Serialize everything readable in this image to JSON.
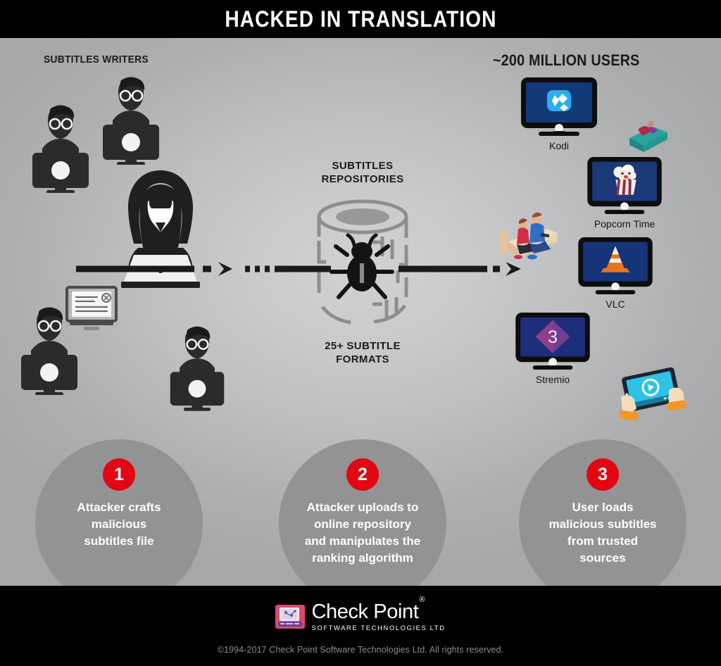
{
  "header": {
    "title": "HACKED IN TRANSLATION"
  },
  "stage": {
    "writers_label": "SUBTITLES WRITERS",
    "users_label": "~200 MILLION USERS",
    "repositories_label": "SUBTITLES\nREPOSITORIES",
    "formats_label": "25+ SUBTITLE\nFORMATS"
  },
  "devices": [
    {
      "name": "Kodi",
      "label": "Kodi",
      "screen_color": "#133a78"
    },
    {
      "name": "Popcorn Time",
      "label": "Popcorn Time",
      "screen_color": "#1b3a7a"
    },
    {
      "name": "VLC",
      "label": "VLC",
      "screen_color": "#15347a"
    },
    {
      "name": "Stremio",
      "label": "Stremio",
      "screen_color": "#1d2f7a"
    }
  ],
  "steps": [
    {
      "number": "1",
      "text": "Attacker crafts\nmalicious\nsubtitles file"
    },
    {
      "number": "2",
      "text": "Attacker uploads to\nonline repository\nand manipulates the\nranking algorithm"
    },
    {
      "number": "3",
      "text": "User loads\nmalicious subtitles\nfrom trusted\nsources"
    }
  ],
  "footer": {
    "brand_name": "Check Point",
    "brand_mark": "®",
    "brand_tagline": "SOFTWARE TECHNOLOGIES LTD",
    "copyright": "©1994-2017 Check Point Software Technologies Ltd. All rights reserved."
  },
  "colors": {
    "accent_red": "#e30613",
    "title_bar": "#000000",
    "step_circle": "#939394",
    "dark_figure": "#2b2b2b"
  }
}
